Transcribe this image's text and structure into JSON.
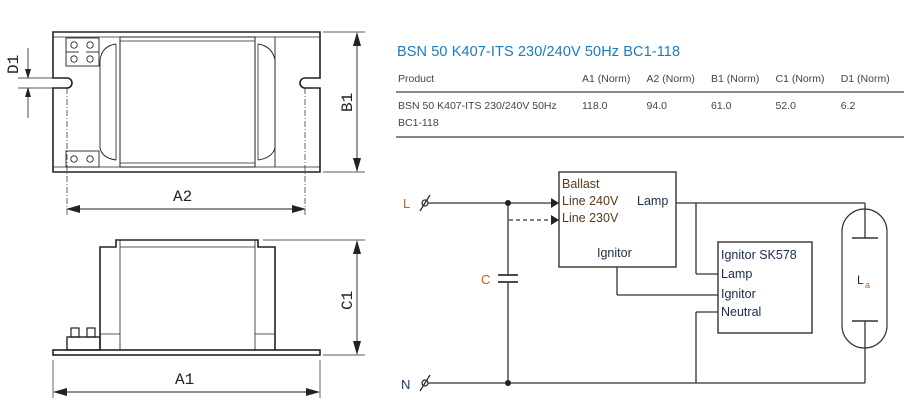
{
  "title": "BSN 50 K407-ITS 230/240V 50Hz BC1-118",
  "spec_table": {
    "headers": [
      "Product",
      "A1 (Norm)",
      "A2 (Norm)",
      "B1 (Norm)",
      "C1 (Norm)",
      "D1 (Norm)"
    ],
    "rows": [
      [
        "BSN 50 K407-ITS 230/240V 50Hz BC1-118",
        "118.0",
        "94.0",
        "61.0",
        "52.0",
        "6.2"
      ]
    ]
  },
  "dimension_drawing": {
    "top_view_labels": {
      "d1": "D1",
      "b1": "B1",
      "a2": "A2"
    },
    "side_view_labels": {
      "c1": "C1",
      "a1": "A1"
    }
  },
  "circuit": {
    "label_color": "#c8601a",
    "text_color": "#1a3a7a",
    "line_label": "L",
    "neutral_label": "N",
    "capacitor_label": "C",
    "lamp_label": "L",
    "lamp_subscript": "a",
    "ballast": {
      "title": "Ballast",
      "line240": "Line 240V",
      "line230": "Line 230V",
      "lamp": "Lamp",
      "ignitor": "Ignitor"
    },
    "ignitor": {
      "title": "Ignitor SK578",
      "lamp": "Lamp",
      "ignitor": "Ignitor",
      "neutral": "Neutral"
    }
  }
}
